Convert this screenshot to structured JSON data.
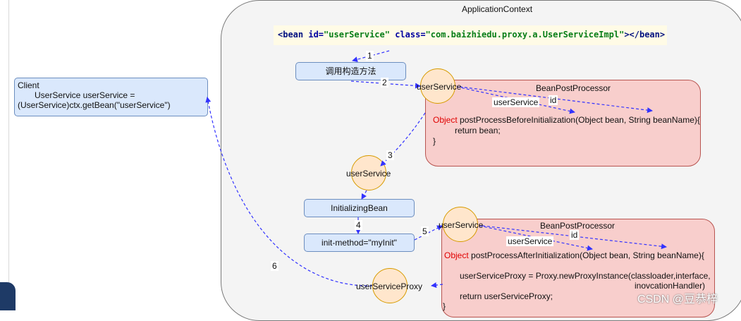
{
  "title": "ApplicationContext",
  "bean_tag": {
    "open": "<bean ",
    "id_attr": "id=",
    "id_value": "\"userService\"",
    "class_attr": " class=",
    "class_value": "\"com.baizhiedu.proxy.a.UserServiceImpl\"",
    "close": "></bean>"
  },
  "client": {
    "line1": "Client",
    "line2": "UserService userService =",
    "line3": "(UserService)ctx.getBean(\"userService\")"
  },
  "steps": {
    "constructor": "调用构造方法",
    "initializing_bean": "InitializingBean",
    "init_method": "init-method=\"myInit\""
  },
  "nodes": {
    "user_service_1": "userService",
    "user_service_2": "userService",
    "user_service_3": "userService",
    "user_service_proxy": "userServiceProxy"
  },
  "bpp_before": {
    "header": "BeanPostProcessor",
    "object_kw": "Object",
    "signature": " postProcessBeforeInitialization(Object bean, String beanName){",
    "body": "return  bean;",
    "close": "}",
    "label_id": "id",
    "label_user_service": "userService"
  },
  "bpp_after": {
    "header": "BeanPostProcessor",
    "object_kw": "Object",
    "signature": " postProcessAfterInitialization(Object bean, String beanName){",
    "line1": "userServiceProxy = Proxy.newProxyInstance(classloader,interface,",
    "line2": "inovcationHandler)",
    "ret": "return  userServiceProxy;",
    "close": "}",
    "label_id": "id",
    "label_user_service": "userService"
  },
  "step_numbers": [
    "1",
    "2",
    "3",
    "4",
    "5",
    "6"
  ],
  "watermark": "CSDN @豆恭梓",
  "colors": {
    "arrow": "#3333ff",
    "step_box_fill": "#dae8fc",
    "processor_fill": "#f8cecc",
    "circle_fill": "#ffe6cc",
    "keyword_red": "#e00000"
  }
}
